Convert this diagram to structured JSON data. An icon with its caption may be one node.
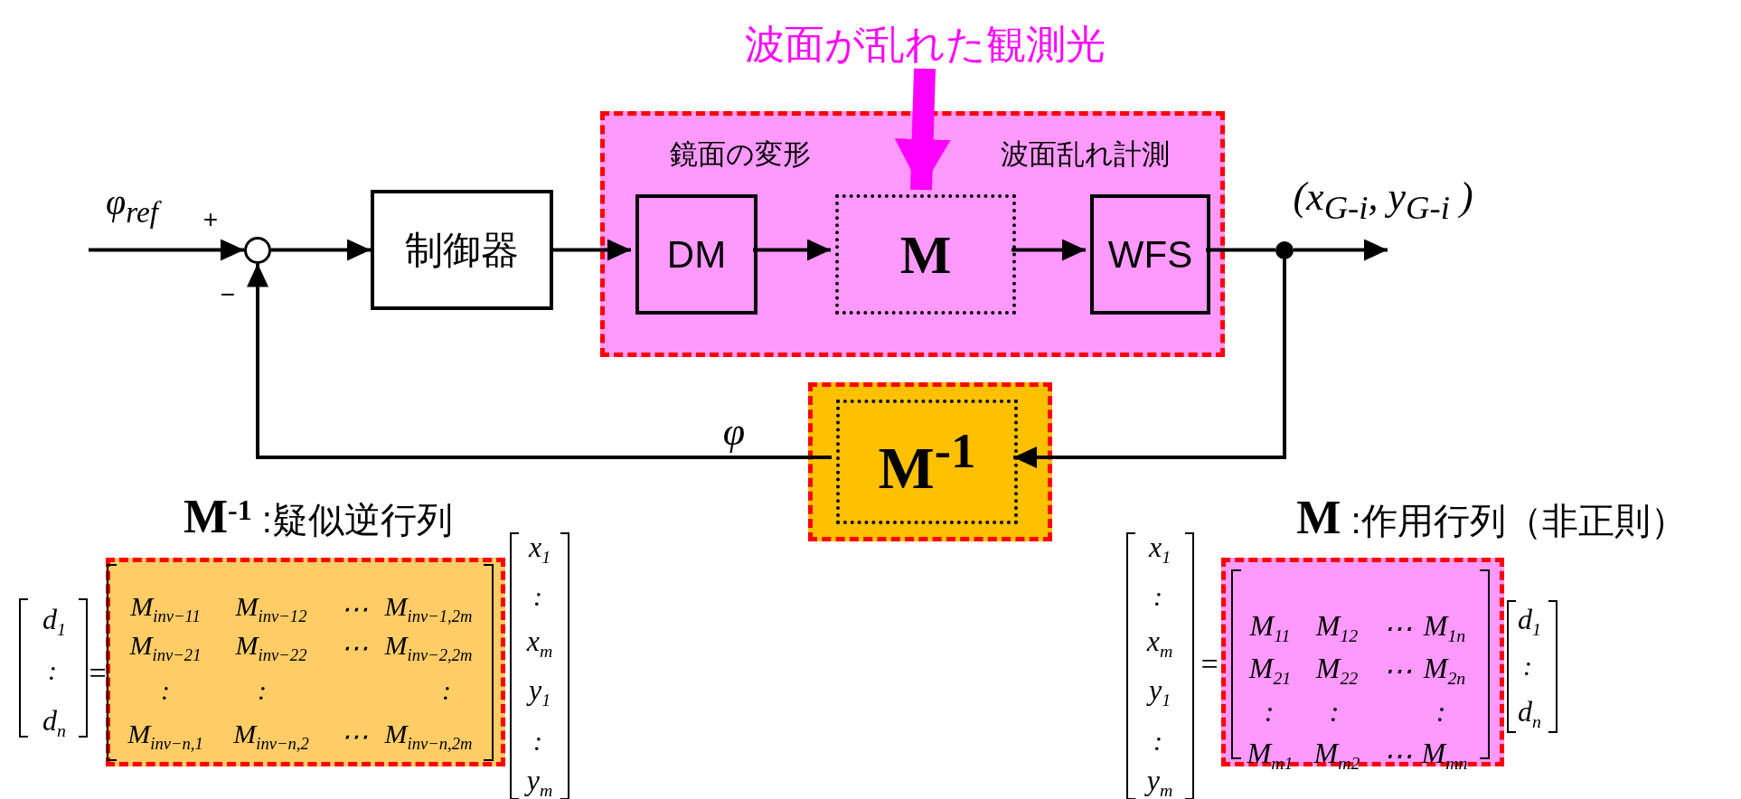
{
  "diagram": {
    "nodes": [
      {
        "text": [
          "波面が乱れた観測光"
        ]
      },
      {
        "text": [],
        "shape": "circle"
      },
      {
        "text": [
          "制御器"
        ]
      },
      {
        "text": [
          "鏡面の変形",
          "波面乱れ計測"
        ]
      },
      {
        "text": [
          "DM"
        ],
        "in": 3
      },
      {
        "text": [
          "M"
        ],
        "in": 3
      },
      {
        "text": [
          "WFS"
        ],
        "in": 3
      },
      {
        "text": [],
        "shape": "dot"
      },
      {
        "text": [],
        "shape": "box"
      },
      {
        "text": [
          "M$^{-1}$"
        ],
        "in": 8
      },
      {
        "text": [
          "M$_{inv−11}$",
          "M$_{inv−12}$",
          "⋯",
          "M$_{inv−1,2m}$",
          "M$_{inv−21}$",
          "M$_{inv−22}$",
          "⋯",
          "M$_{inv−2,2m}$",
          ":",
          ":",
          ":",
          "M$_{inv−n,1}$",
          "M$_{inv−n,2}$",
          "⋯",
          "M$_{inv−n,2m}$"
        ]
      },
      {
        "text": [
          "M$_{11}$",
          "M$_{12}$",
          "⋯",
          "M$_{1n}$",
          "M$_{21}$",
          "M$_{22}$",
          "⋯",
          "M$_{2n}$",
          ":",
          ":",
          ":",
          "M$_{m1}$",
          "M$_{m2}$",
          "⋯",
          "M$_{mn}$"
        ]
      }
    ],
    "edges": [
      {
        "from": null,
        "to": 1,
        "arrow": "to",
        "label": "φ$_{ref}$"
      },
      {
        "from": 1,
        "to": 2,
        "arrow": "to"
      },
      {
        "from": 2,
        "to": 4,
        "arrow": "to"
      },
      {
        "from": 4,
        "to": 5,
        "arrow": "to"
      },
      {
        "from": 5,
        "to": 6,
        "arrow": "to"
      },
      {
        "from": 6,
        "to": 7,
        "arrow": "none"
      },
      {
        "from": 7,
        "to": null,
        "arrow": "to",
        "label": "(x$_{G-i}$, y$_{G-i}$ )"
      },
      {
        "from": 7,
        "to": 9,
        "arrow": "to"
      },
      {
        "from": 9,
        "to": 1,
        "arrow": "to",
        "label": "φ"
      },
      {
        "from": 0,
        "to": 5,
        "arrow": "to",
        "style": "thick",
        "color": "#ff00ff"
      }
    ],
    "labels": [
      "+",
      "−",
      "**M**$^{-1}$ :疑似逆行列",
      "**M** :作用行列（非正則）",
      "d$_{1}$",
      ":",
      "d$_{n}$",
      "=",
      "x$_{1}$",
      ":",
      "x$_{m}$",
      "y$_{1}$",
      ":",
      "y$_{m}$",
      "x$_{1}$",
      ":",
      "x$_{m}$",
      "y$_{1}$",
      ":",
      "y$_{m}$",
      "=",
      "d$_{1}$",
      ":",
      "d$_{n}$"
    ]
  }
}
